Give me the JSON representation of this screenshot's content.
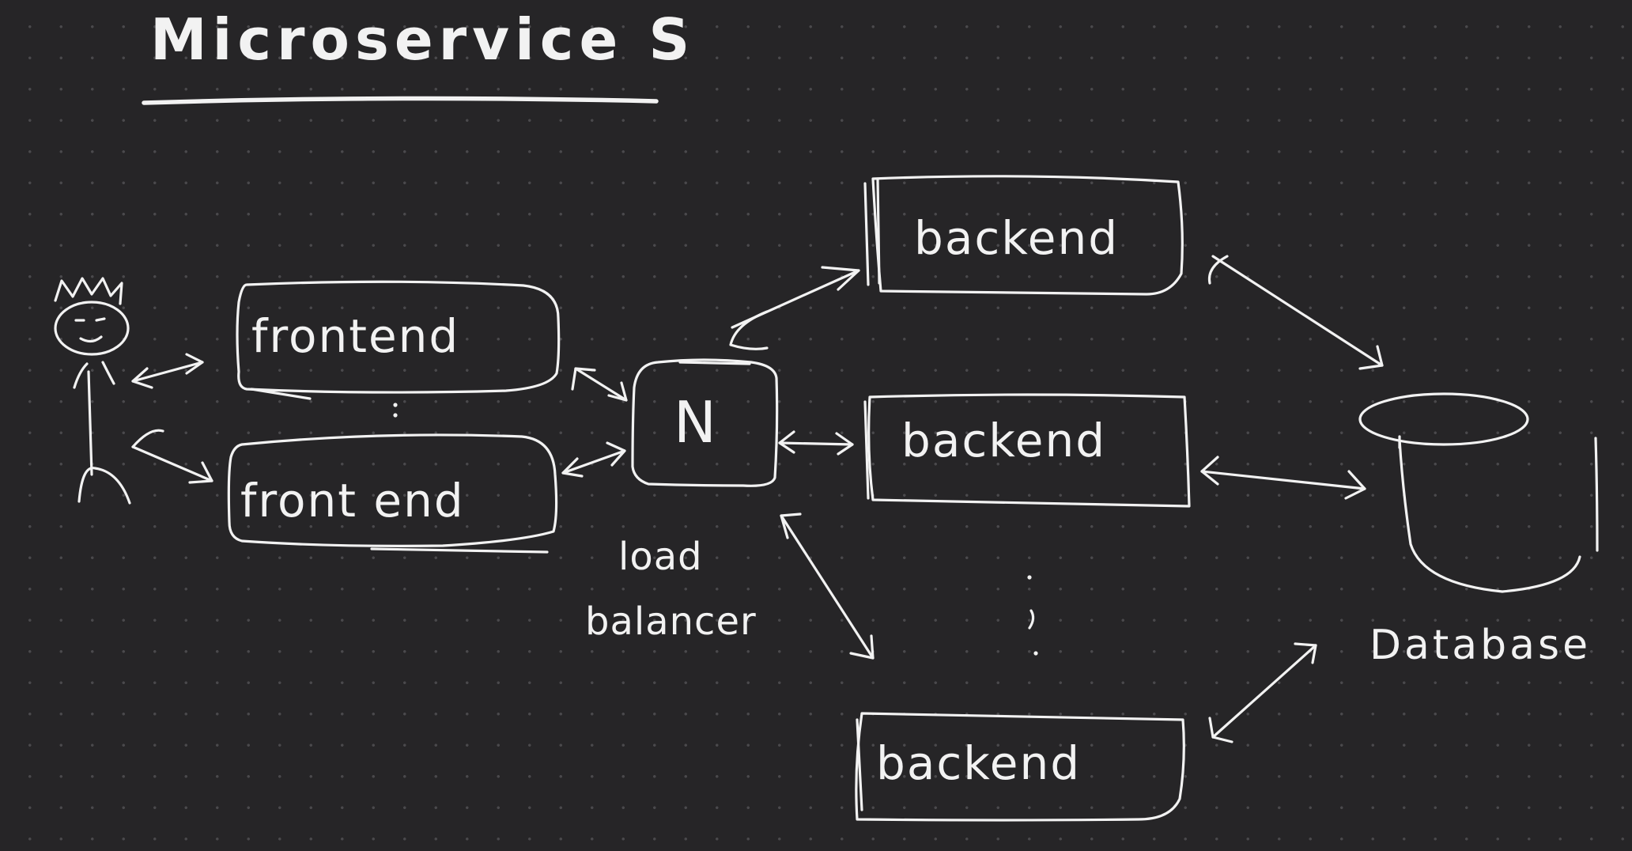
{
  "title": "Microservice S",
  "frontends": [
    "frontend",
    "front end"
  ],
  "load_balancer": {
    "symbol": "N",
    "caption_line1": "load",
    "caption_line2": "balancer"
  },
  "backends": [
    "backend",
    "backend",
    "backend"
  ],
  "database": {
    "label": "Database"
  },
  "ellipsis": ":",
  "colors": {
    "background": "#262527",
    "ink": "#f2f2f2",
    "grid_dot": "#4a494c"
  },
  "icons": {
    "user": "stick-figure-icon",
    "database": "cylinder-icon"
  }
}
